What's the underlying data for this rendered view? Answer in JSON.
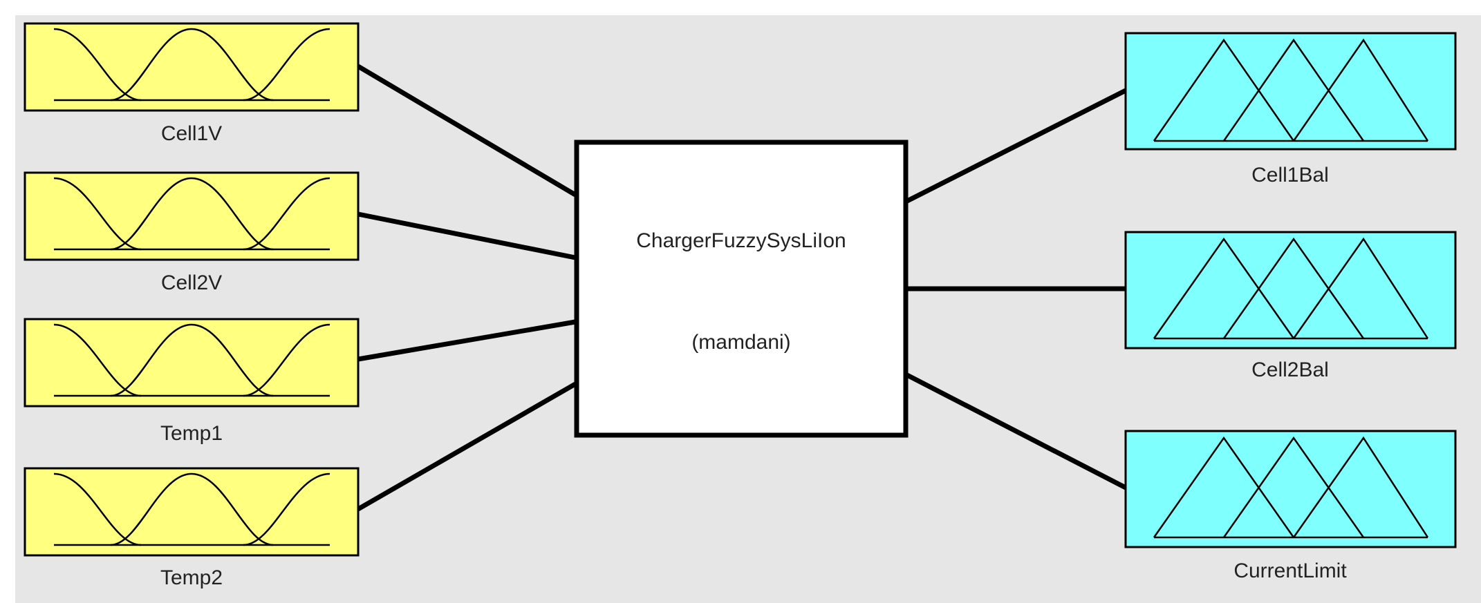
{
  "system": {
    "name": "ChargerFuzzySysLiIon",
    "type_label": "(mamdani)"
  },
  "inputs": [
    {
      "name": "Cell1V"
    },
    {
      "name": "Cell2V"
    },
    {
      "name": "Temp1"
    },
    {
      "name": "Temp2"
    }
  ],
  "outputs": [
    {
      "name": "Cell1Bal"
    },
    {
      "name": "Cell2Bal"
    },
    {
      "name": "CurrentLimit"
    }
  ],
  "colors": {
    "background": "#e6e6e6",
    "input_box": "#ffff80",
    "output_box": "#80ffff",
    "system_box": "#ffffff",
    "line": "#000000"
  },
  "icons": {
    "input_mf": "gaussian-membership-icon",
    "output_mf": "triangular-membership-icon"
  }
}
